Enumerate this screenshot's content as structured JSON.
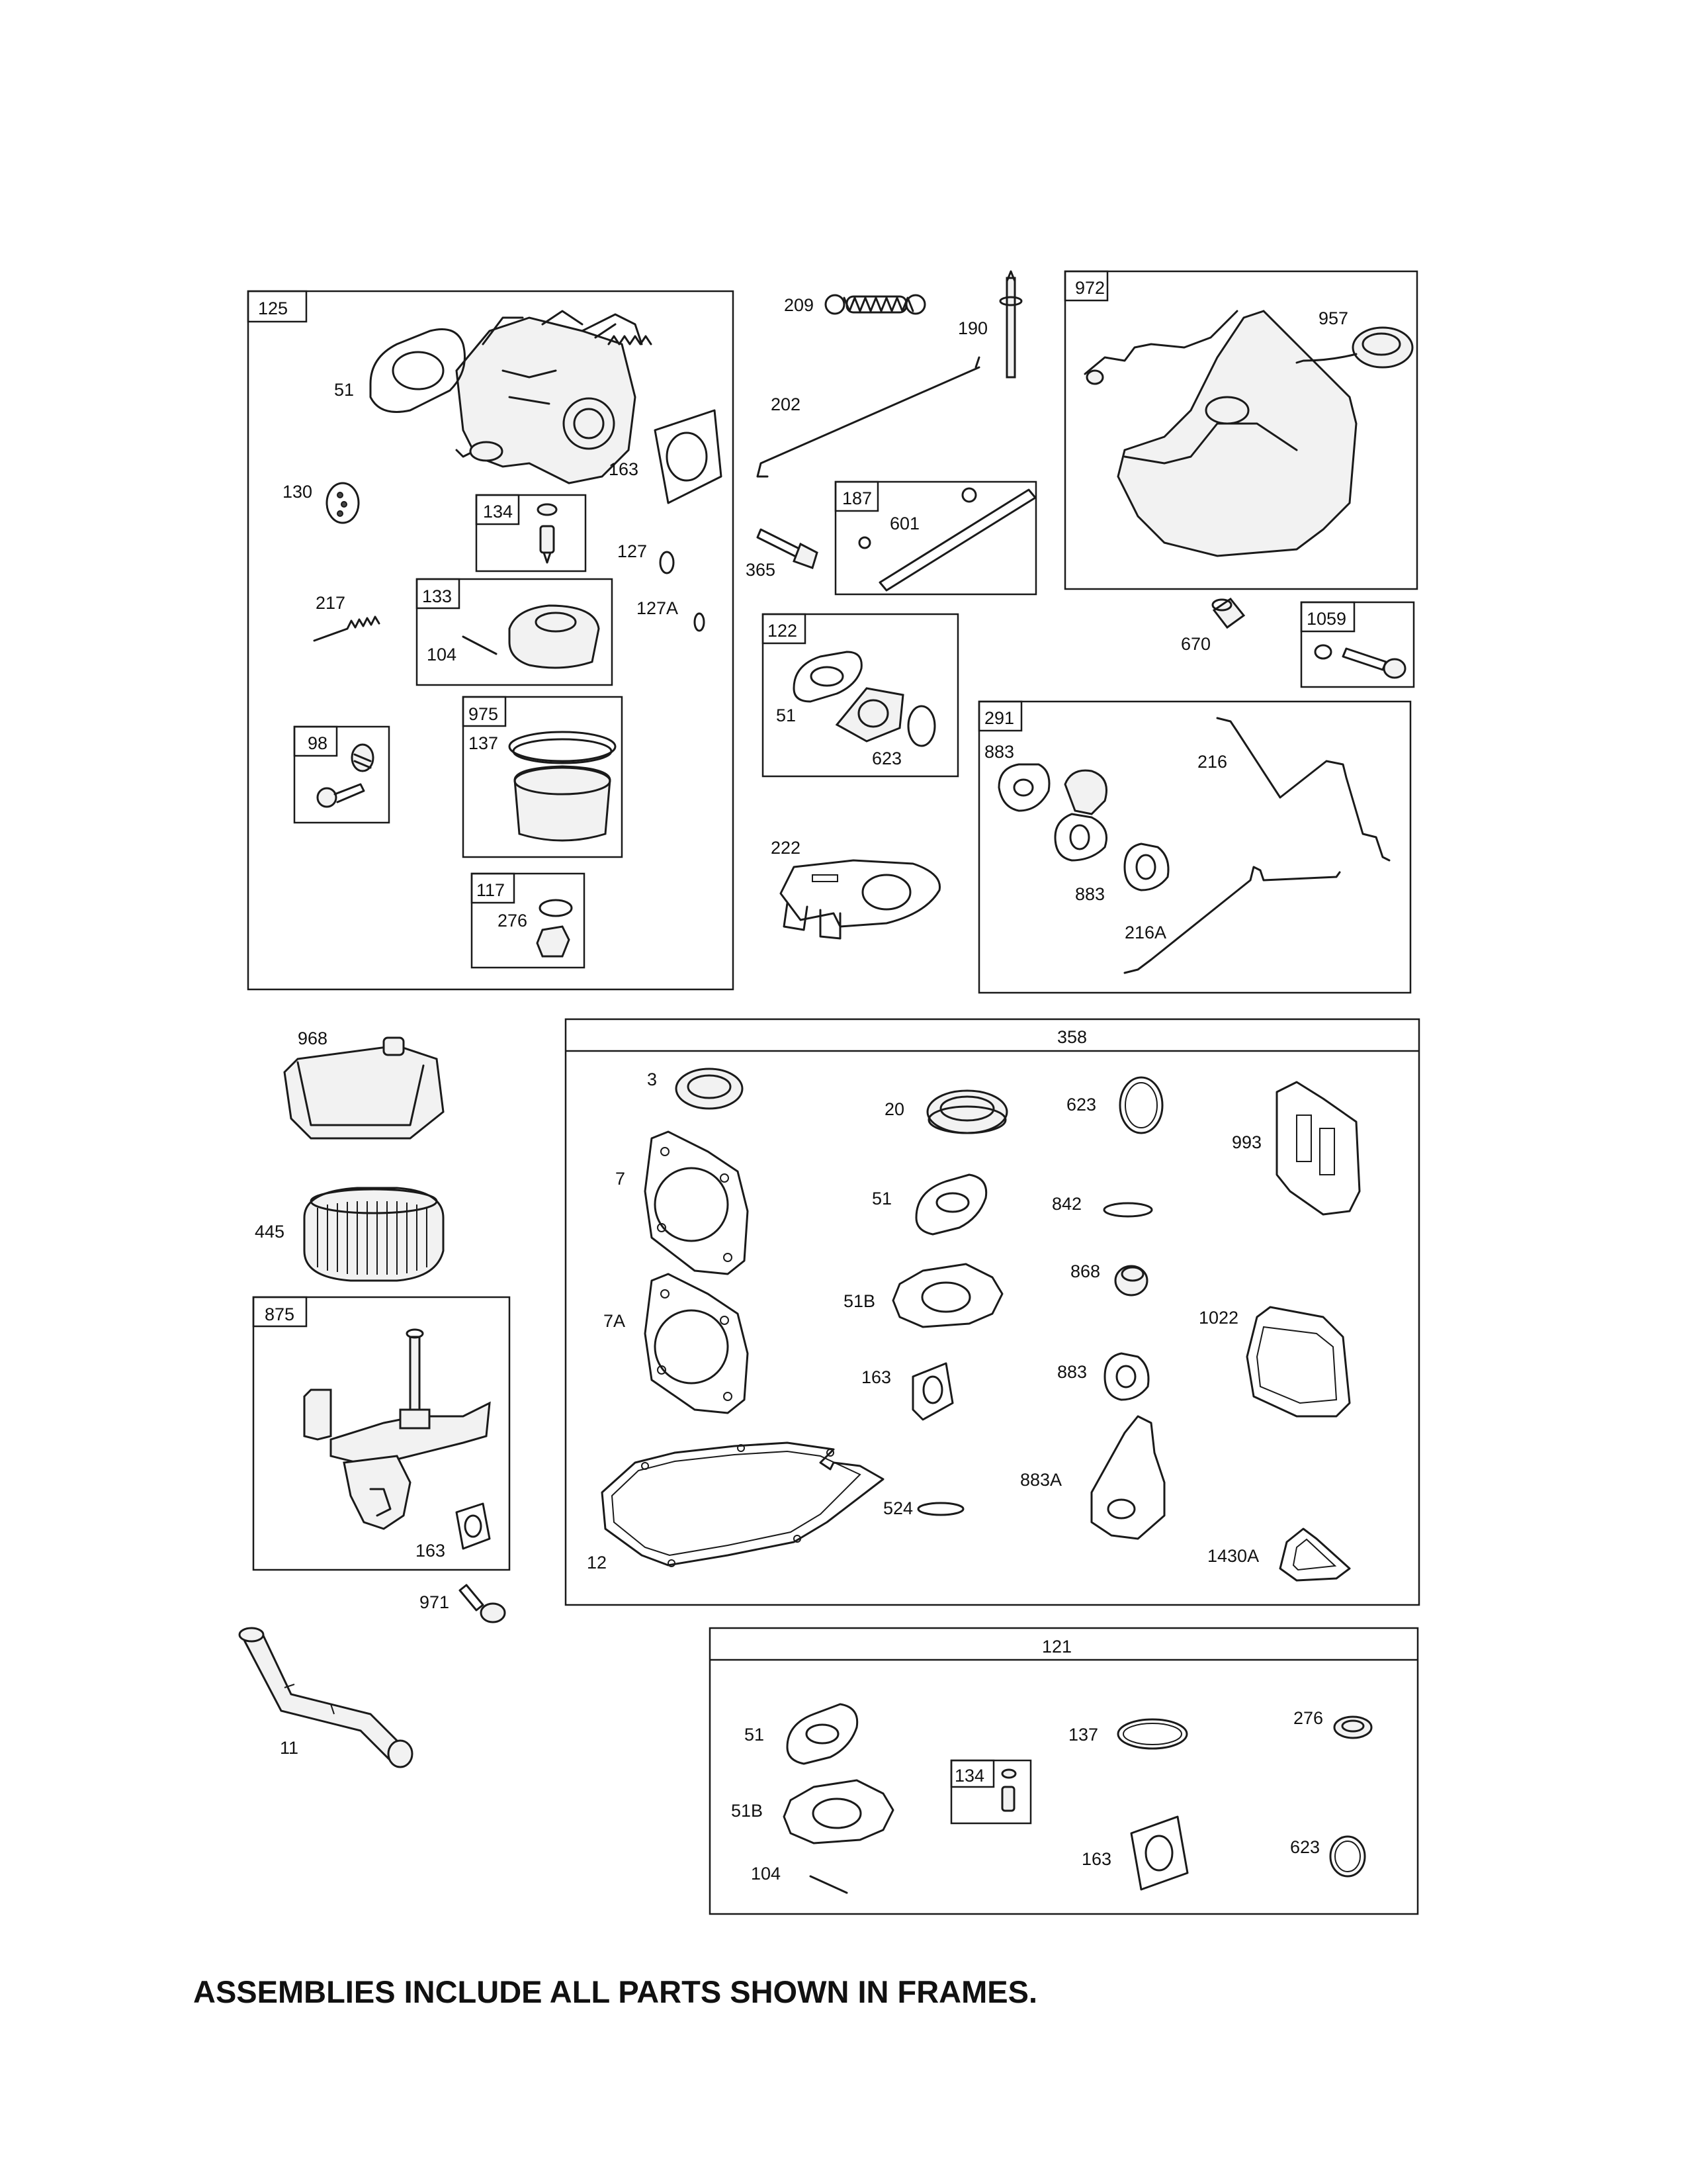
{
  "frames": {
    "f125": "125",
    "f134a": "134",
    "f133": "133",
    "f975": "975",
    "f98": "98",
    "f117": "117",
    "f187": "187",
    "f122": "122",
    "f972": "972",
    "f1059": "1059",
    "f291": "291",
    "f358": "358",
    "f875": "875",
    "f121": "121",
    "f134b": "134"
  },
  "callouts": {
    "p51a": "51",
    "p163a": "163",
    "p130": "130",
    "p127": "127",
    "p127A": "127A",
    "p217": "217",
    "p104a": "104",
    "p137a": "137",
    "p276a": "276",
    "p209": "209",
    "p190": "190",
    "p202": "202",
    "p365": "365",
    "p601": "601",
    "p51b": "51",
    "p623a": "623",
    "p222": "222",
    "p957": "957",
    "p670": "670",
    "p883a": "883",
    "p216": "216",
    "p883b": "883",
    "p216A": "216A",
    "p968": "968",
    "p445": "445",
    "p163b": "163",
    "p971": "971",
    "p11": "11",
    "p3": "3",
    "p20": "20",
    "p623b": "623",
    "p993": "993",
    "p7": "7",
    "p51c": "51",
    "p842": "842",
    "p868": "868",
    "p51B": "51B",
    "p7A": "7A",
    "p1022": "1022",
    "p163c": "163",
    "p883c": "883",
    "p883A": "883A",
    "p524": "524",
    "p12": "12",
    "p1430A": "1430A",
    "p51d": "51",
    "p137b": "137",
    "p276b": "276",
    "p51Bb": "51B",
    "p163d": "163",
    "p623c": "623",
    "p104b": "104"
  },
  "footer_note": "ASSEMBLIES INCLUDE ALL PARTS SHOWN IN FRAMES."
}
